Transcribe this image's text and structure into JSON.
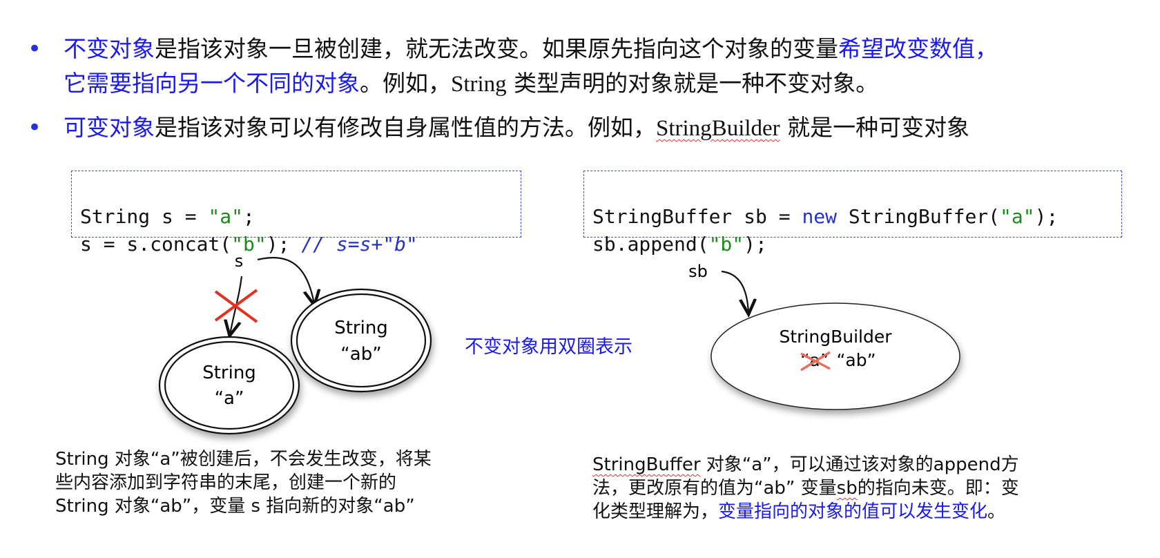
{
  "bullets": [
    {
      "line1_hl1": "不变对象",
      "line1_text": "是指该对象一旦被创建，就无法改变。如果原先指向这个对象的变量",
      "line1_hl2": "希望改变数值，",
      "line2_hl": "它需要指向另一个不同的对象",
      "line2_text_a": "。例如，",
      "line2_code": "String",
      "line2_text_b": " 类型声明的对象就是一种不变对象。"
    },
    {
      "hl": "可变对象",
      "text_a": "是指该对象可以有修改自身属性值的方法。例如，",
      "code": "StringBuilder",
      "text_b": " 就是一种可变对象"
    }
  ],
  "code_left": {
    "l1_a": "String s = ",
    "l1_str": "\"a\"",
    "l1_b": ";",
    "l2_a": "s = s.concat(",
    "l2_str": "\"b\"",
    "l2_b": "); ",
    "l2_comment": "// s=s+\"b\""
  },
  "code_right": {
    "l1_a": "StringBuffer sb = ",
    "l1_kw": "new",
    "l1_b": " StringBuffer(",
    "l1_str": "\"a\"",
    "l1_c": ");",
    "l2_a": "sb.append(",
    "l2_str": "\"b\"",
    "l2_b": ");"
  },
  "left_diagram": {
    "var_label": "s",
    "obj_a_type": "String",
    "obj_a_value": "“a”",
    "obj_ab_type": "String",
    "obj_ab_value": "“ab”"
  },
  "middle_note": "不变对象用双圈表示",
  "right_diagram": {
    "var_label": "sb",
    "obj_type": "StringBuilder",
    "old_value": "“a”",
    "new_value": "“ab”"
  },
  "caption_left": [
    "String 对象“a”被创建后，不会发生改变，将某",
    "些内容添加到字符串的末尾，创建一个新的",
    "String 对象“ab”，变量 s 指向新的对象“ab”"
  ],
  "caption_right": {
    "l1_u": "StringBuffer",
    "l1_rest": " 对象“a”，可以通过该对象的append方",
    "l2_a": "法，更改原有的值为“ab” 变量",
    "l2_u": "sb",
    "l2_b": "的指向未变。即：变",
    "l3_a": "化类型理解为，",
    "l3_hl": "变量指向的对象的值可以发生变化",
    "l3_b": "。"
  },
  "colors": {
    "highlight": "#1a1aee",
    "string_literal": "#1c8a1c",
    "keyword": "#2233cc",
    "cross": "#e53020"
  }
}
